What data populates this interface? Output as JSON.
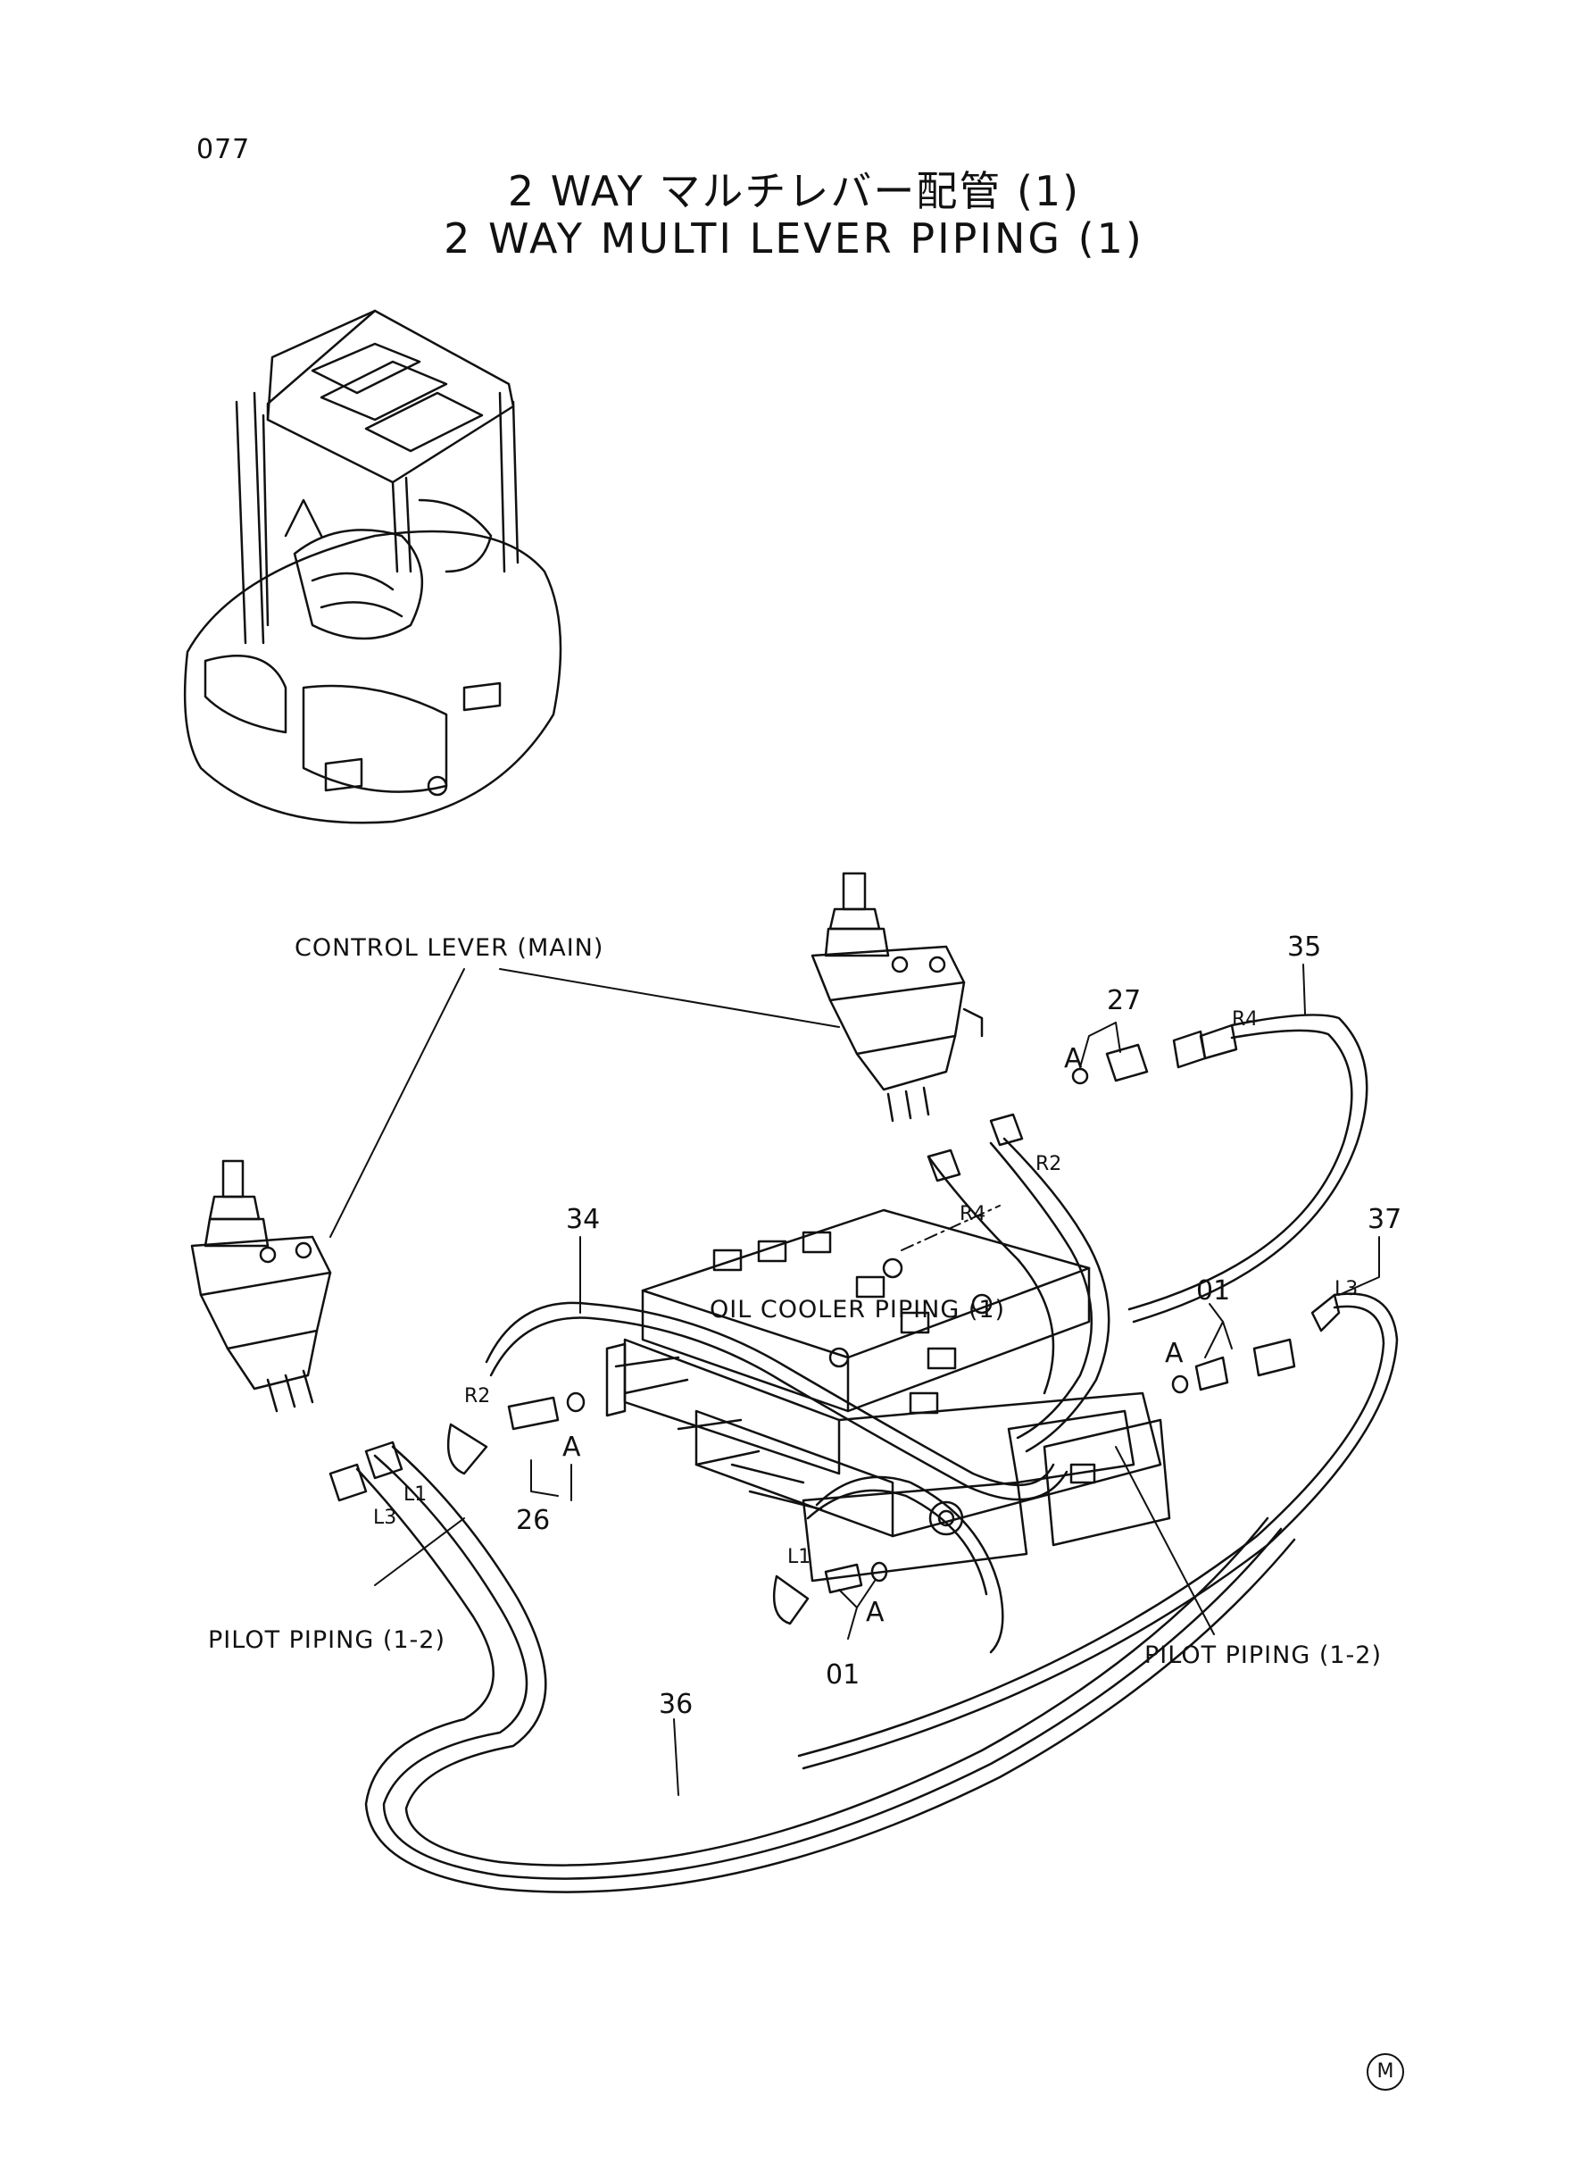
{
  "page_number": "077",
  "title_jp": "2 WAY マルチレバー配管 (1)",
  "title_en": "2 WAY MULTI LEVER PIPING (1)",
  "labels": {
    "control_lever": "CONTROL LEVER (MAIN)",
    "oil_cooler": "OIL COOLER PIPING (1)",
    "pilot_left": "PILOT PIPING (1-2)",
    "pilot_right": "PILOT PIPING (1-2)"
  },
  "callouts": {
    "n35": "35",
    "n27": "27",
    "n34": "34",
    "n37": "37",
    "n01a": "01",
    "n26": "26",
    "n01b": "01",
    "n36": "36"
  },
  "ports": {
    "r4a": "R4",
    "r2a": "R2",
    "r4b": "R4",
    "r2b": "R2",
    "l3a": "L3",
    "l1a": "L1",
    "l3b": "L3",
    "l1b": "L1"
  },
  "detail_marks": {
    "a1": "A",
    "a2": "A",
    "a3": "A",
    "a4": "A"
  },
  "footer_mark": "M"
}
